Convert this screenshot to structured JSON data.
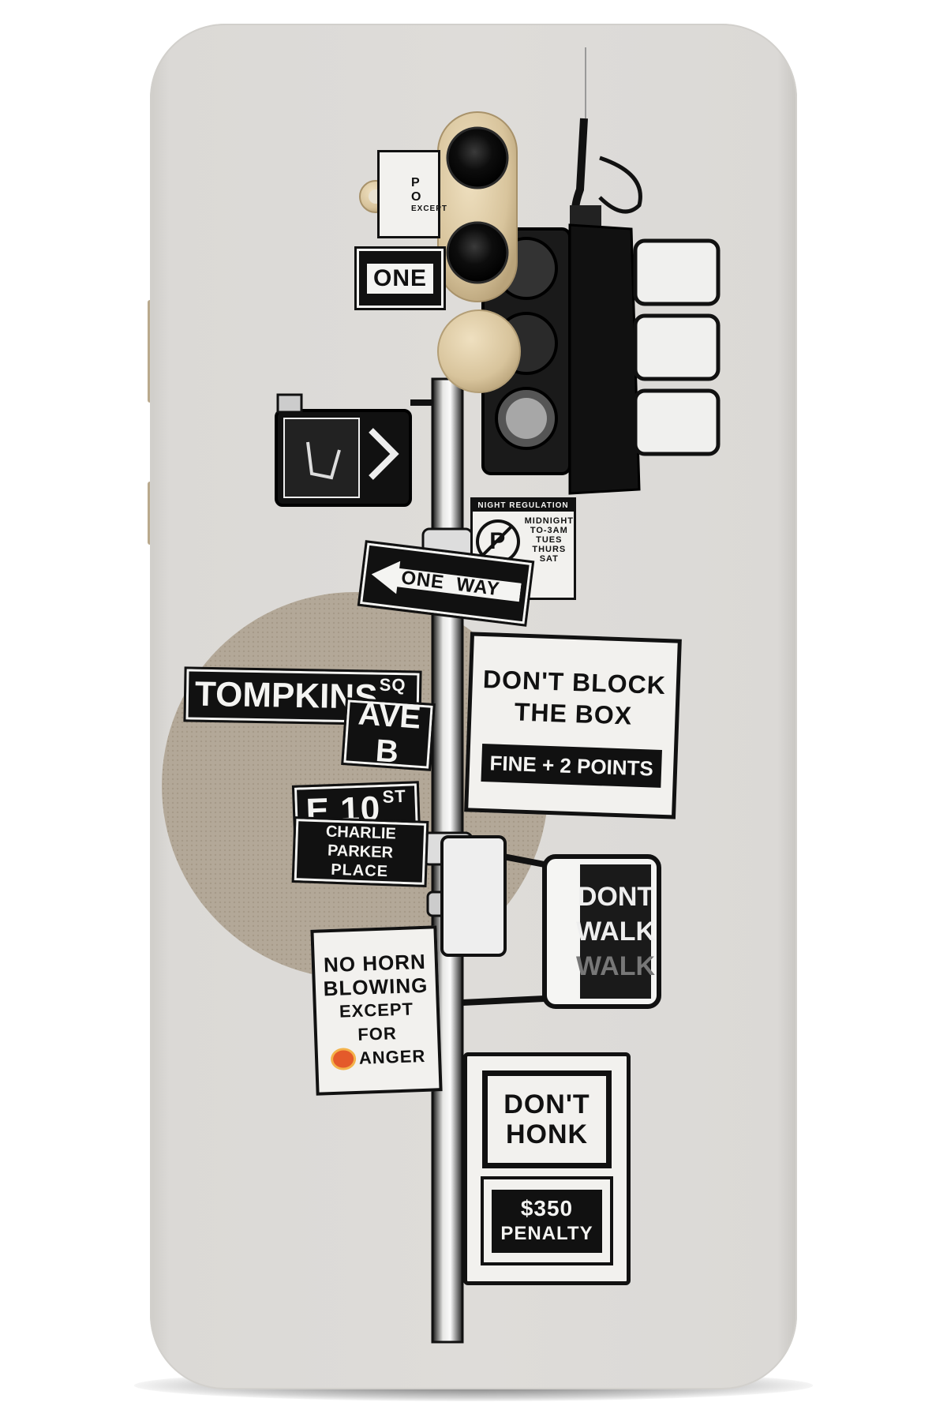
{
  "product": {
    "case_color": "#dedcd9",
    "accent_circle_color": "#b3a898",
    "camera_ring_color": "#d9c39a"
  },
  "signs": {
    "parking_top": [
      "P",
      "O",
      "EXCEPT"
    ],
    "one_way_top": "ONE",
    "night_regulation": {
      "header": "NIGHT REGULATION",
      "lines": [
        "MIDNIGHT",
        "TO-3AM",
        "TUES",
        "THURS",
        "SAT"
      ]
    },
    "one_way_arrow": "ONE  WAY",
    "tompkins": "TOMPKINS",
    "tompkins_suffix": "SQ",
    "ave_b": "AVE B",
    "e10": "E 10",
    "e10_suffix": "ST",
    "charlie_parker": [
      "CHARLIE PARKER",
      "PLACE"
    ],
    "dont_block": [
      "DON'T BLOCK",
      "THE BOX"
    ],
    "fine_points": "FINE + 2 POINTS",
    "no_horn": [
      "NO HORN",
      "BLOWING",
      "EXCEPT",
      "FOR",
      "ANGER"
    ],
    "dont_walk": [
      "DONT",
      "WALK",
      "WALK"
    ],
    "dont_honk": [
      "DON'T",
      "HONK"
    ],
    "penalty": [
      "$350",
      "PENALTY"
    ]
  }
}
